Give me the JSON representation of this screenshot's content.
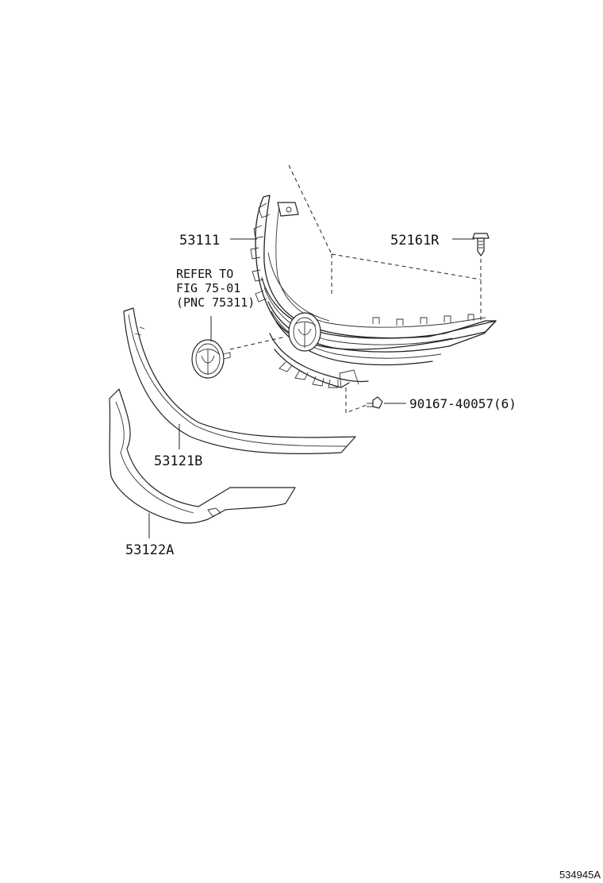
{
  "parts": {
    "p53111": "53111",
    "p52161r": "52161R",
    "p53121b": "53121B",
    "p53122a": "53122A",
    "p90167": "90167-40057(6)"
  },
  "reference": {
    "line1": "REFER TO",
    "line2": "FIG 75-01",
    "line3": "(PNC 75311)"
  },
  "figure_id": "534945A"
}
